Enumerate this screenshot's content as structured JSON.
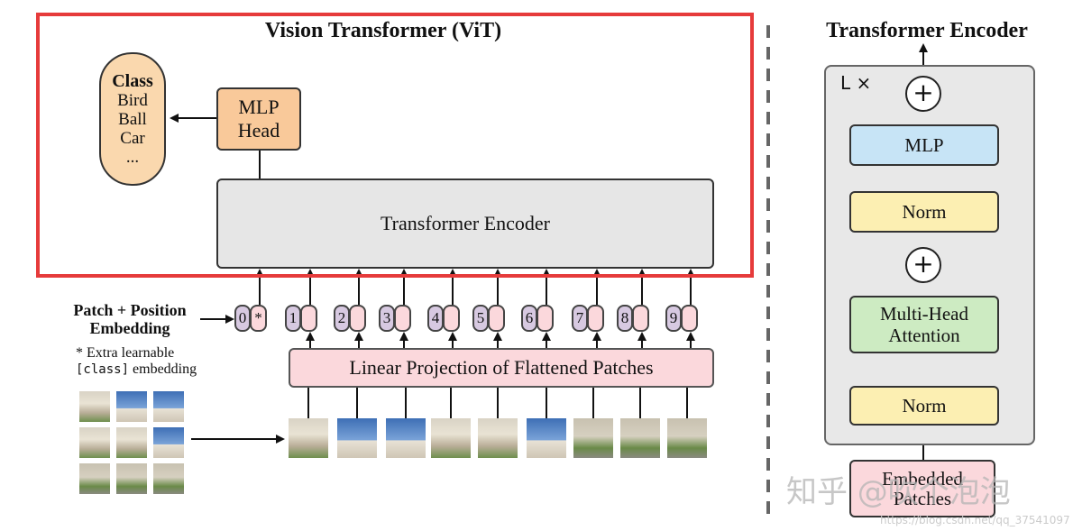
{
  "left": {
    "title": "Vision Transformer (ViT)",
    "class_box": {
      "heading": "Class",
      "items": [
        "Bird",
        "Ball",
        "Car",
        "..."
      ]
    },
    "mlp_head": [
      "MLP",
      "Head"
    ],
    "encoder_label": "Transformer Encoder",
    "patch_position_label": [
      "Patch + Position",
      "Embedding"
    ],
    "extra_note": {
      "star_text": "* Extra learnable",
      "code": "[class]",
      "rest": " embedding"
    },
    "tokens": [
      "0",
      "1",
      "2",
      "3",
      "4",
      "5",
      "6",
      "7",
      "8",
      "9"
    ],
    "class_token_symbol": "*",
    "linear_label": "Linear Projection of Flattened Patches"
  },
  "right": {
    "title": "Transformer Encoder",
    "repeat_label": "L ×",
    "mlp_label": "MLP",
    "norm_top_label": "Norm",
    "mha_label": [
      "Multi-Head",
      "Attention"
    ],
    "norm_bottom_label": "Norm",
    "embedded_label": [
      "Embedded",
      "Patches"
    ],
    "plus_symbol": "+"
  },
  "watermark": {
    "text": "知乎 @吹个泡泡",
    "url": "https://blog.csdn.net/qq_37541097"
  },
  "colors": {
    "highlight_frame": "#e63b3b",
    "class_box": "#fad8ae",
    "mlp_head": "#f9c99a",
    "encoder_box": "#e6e6e6",
    "linear_projection": "#fbd8dc",
    "token_number": "#d7c9e1",
    "norm": "#fcefb2",
    "mlp": "#c7e4f6",
    "attention": "#cdebc2"
  },
  "icons": [
    "arrow-icon",
    "plus-circle-icon",
    "dashed-divider"
  ]
}
